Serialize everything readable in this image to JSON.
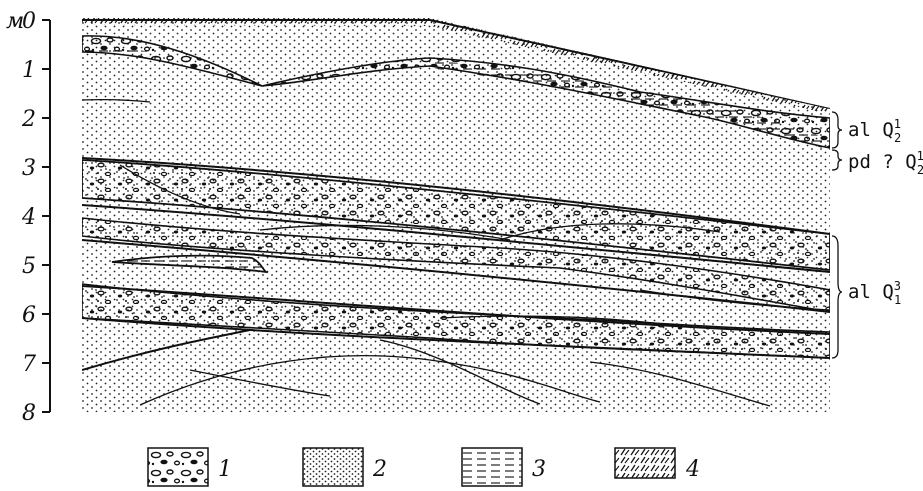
{
  "depth_axis": {
    "unit": "м",
    "ticks": [
      "0",
      "1",
      "2",
      "3",
      "4",
      "5",
      "6",
      "7",
      "8"
    ]
  },
  "stratigraphy": [
    {
      "base": "al Q",
      "sup": "1",
      "sub": "2"
    },
    {
      "base": "pd ? Q",
      "sup": "1",
      "sub": "2"
    },
    {
      "base": "al Q",
      "sup": "3",
      "sub": "1"
    }
  ],
  "legend": [
    {
      "number": "1",
      "pattern": "gravel"
    },
    {
      "number": "2",
      "pattern": "sand"
    },
    {
      "number": "3",
      "pattern": "silt"
    },
    {
      "number": "4",
      "pattern": "soil"
    }
  ]
}
